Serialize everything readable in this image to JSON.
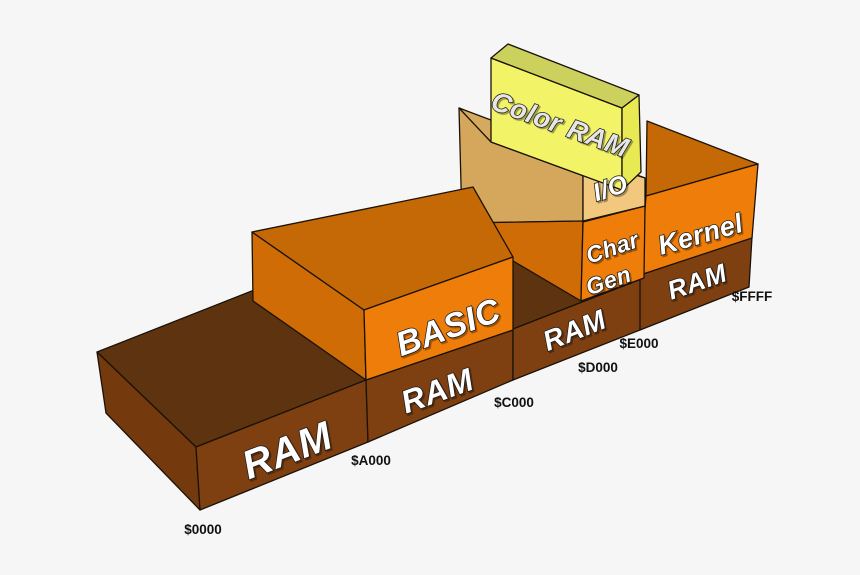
{
  "palette": {
    "background": "#f6f6f6",
    "outline": "#1a1208",
    "ram_top": "#5e3310",
    "ram_left": "#743a0e",
    "ram_front": "#7e4011",
    "orange_front": "#ef7d0a",
    "orange_top": "#c46905",
    "orange_left": "#d06c06",
    "io_left": "#d4a75c",
    "io_top_strip": "#d6aa5e",
    "io_front": "#f2c87e",
    "colorram_front": "#f3f367",
    "colorram_top": "#ccd05c",
    "colorram_side": "#e9e954",
    "face_label_fill": "#ffffff",
    "face_label_outline": "#1a1a1a",
    "colorram_label_fill": "#e6e6e6",
    "address_text": "#111111"
  },
  "labels": {
    "ram1": "RAM",
    "ram2": "RAM",
    "ram3": "RAM",
    "ram4": "RAM",
    "basic": "BASIC",
    "kernel": "Kernel",
    "chargen_line1": "Char",
    "chargen_line2": "Gen",
    "io": "I/O",
    "colorram": "Color RAM"
  },
  "addresses": [
    "$0000",
    "$A000",
    "$C000",
    "$D000",
    "$E000",
    "$FFFF"
  ],
  "memory_segments": [
    {
      "from": "$0000",
      "to": "$A000",
      "base": "RAM",
      "stacked": []
    },
    {
      "from": "$A000",
      "to": "$C000",
      "base": "RAM",
      "stacked": [
        "BASIC"
      ]
    },
    {
      "from": "$C000",
      "to": "$D000",
      "base": "RAM",
      "stacked": []
    },
    {
      "from": "$D000",
      "to": "$E000",
      "base": "RAM",
      "stacked": [
        "Char Gen",
        "I/O",
        "Color RAM"
      ]
    },
    {
      "from": "$E000",
      "to": "$FFFF",
      "base": "RAM",
      "stacked": [
        "Kernel"
      ]
    }
  ]
}
